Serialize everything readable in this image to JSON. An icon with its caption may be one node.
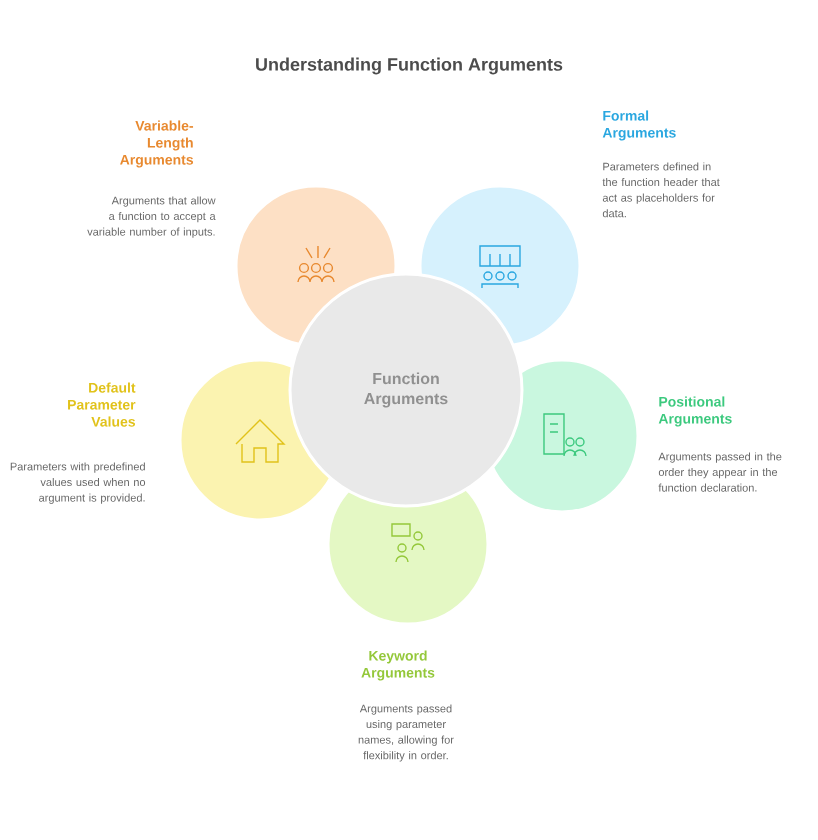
{
  "diagram": {
    "title": "Understanding Function Arguments",
    "nodes": [
      {
        "text": [
          "Variable-Length Arguments",
          "Arguments that allow a function to accept a variable number of inputs."
        ]
      },
      {
        "text": [
          "Formal Arguments",
          "Parameters defined in the function header that act as placeholders for data."
        ]
      },
      {
        "text": [
          "Function Arguments"
        ]
      },
      {
        "text": [
          "Default Parameter Values",
          "Parameters with predefined values used when no argument is provided."
        ]
      },
      {
        "text": [
          "Positional Arguments",
          "Arguments passed in the order they appear in the function declaration."
        ]
      },
      {
        "text": [
          "Keyword Arguments",
          "Arguments passed using parameter names, allowing for flexibility in order."
        ]
      }
    ],
    "edges": []
  }
}
